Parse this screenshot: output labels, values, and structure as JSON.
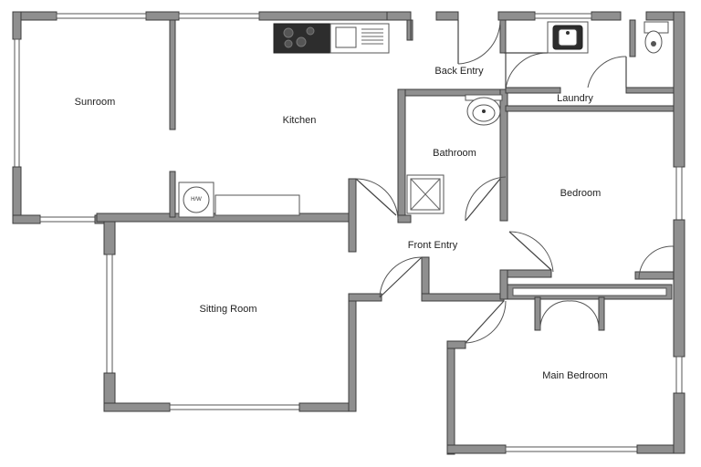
{
  "rooms": {
    "sunroom": "Sunroom",
    "kitchen": "Kitchen",
    "back_entry": "Back Entry",
    "laundry": "Laundry",
    "bathroom": "Bathroom",
    "bedroom": "Bedroom",
    "front_entry": "Front Entry",
    "sitting_room": "Sitting Room",
    "main_bedroom": "Main Bedroom"
  },
  "fixtures": {
    "hot_water_label": "H/W"
  }
}
